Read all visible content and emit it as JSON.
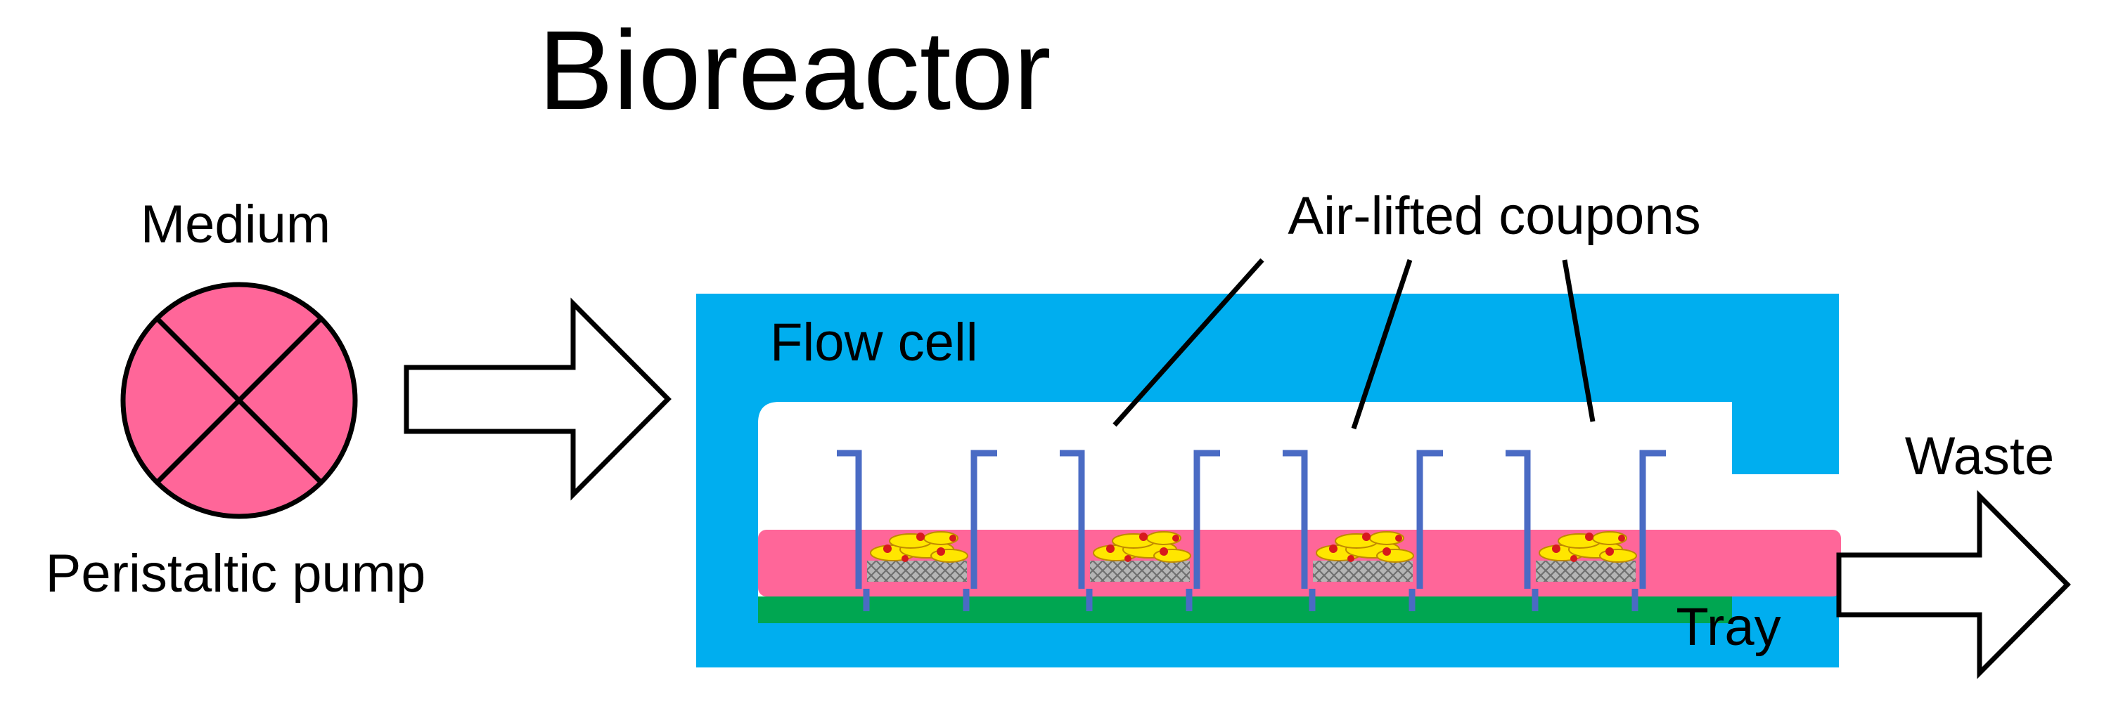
{
  "title": "Bioreactor",
  "labels": {
    "medium": "Medium",
    "pump": "Peristaltic pump",
    "flow_cell": "Flow cell",
    "coupons": "Air-lifted coupons",
    "waste": "Waste",
    "tray": "Tray"
  },
  "colors": {
    "flow_cell": "#00AEEF",
    "medium": "#FF6699",
    "tray": "#00A651",
    "coupon_frame": "#4A6BC4",
    "cells": "#FFE600",
    "cell_dots": "#D7191C",
    "membrane": "#9E9E9E",
    "background": "#FFFFFF",
    "stroke": "#000000"
  },
  "coupon_count": 4
}
